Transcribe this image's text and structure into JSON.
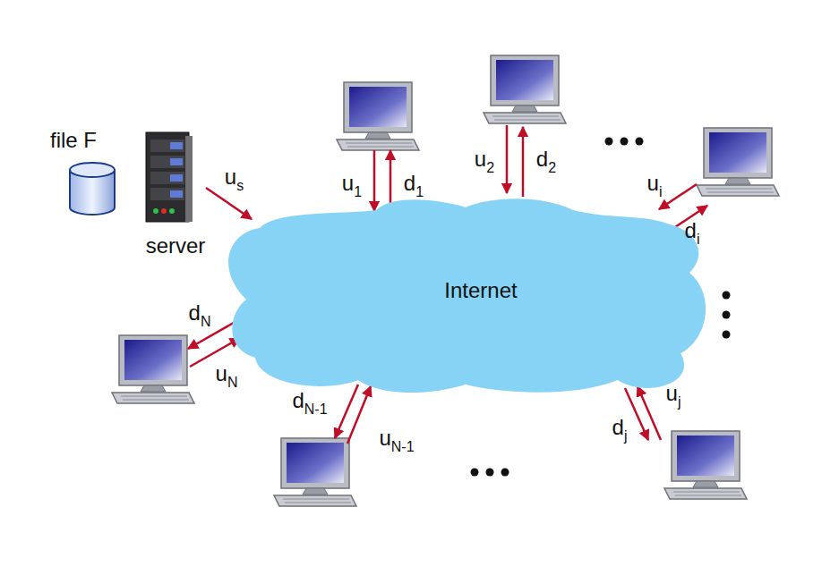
{
  "diagram": {
    "nodes": [
      {
        "text": [
          "file F"
        ]
      },
      {
        "text": [
          "server"
        ]
      },
      {
        "text": [
          "Internet"
        ]
      }
    ],
    "edges": [
      {
        "from": 1,
        "to": 2,
        "arrow": "to",
        "label": "us"
      }
    ],
    "labels": [
      "u1",
      "d1",
      "u2",
      "d2",
      "ui",
      "di",
      "dN",
      "uN",
      "dN-1",
      "uN-1",
      "uj",
      "dj"
    ]
  }
}
